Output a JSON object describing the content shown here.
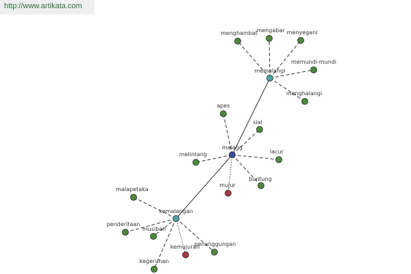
{
  "header": {
    "url": "http://www.artikata.com"
  },
  "colors": {
    "leaf": "#4c8a3c",
    "hub": "#4fa0a8",
    "center": "#3a4fa0",
    "related": "#a33a45",
    "edge": "#333333"
  },
  "graph": {
    "nodes": [
      {
        "id": "malang",
        "label": "malang",
        "kind": "center"
      },
      {
        "id": "memalangi",
        "label": "memalangi",
        "kind": "hub"
      },
      {
        "id": "kemalangan",
        "label": "kemalangan",
        "kind": "hub"
      },
      {
        "id": "menghambat",
        "label": "menghambat",
        "kind": "leaf"
      },
      {
        "id": "mengabar",
        "label": "mengabar",
        "kind": "leaf"
      },
      {
        "id": "menyegani",
        "label": "menyegani",
        "kind": "leaf"
      },
      {
        "id": "memundi-mundi",
        "label": "memundi-mundi",
        "kind": "leaf"
      },
      {
        "id": "menghalangi",
        "label": "menghalangi",
        "kind": "leaf"
      },
      {
        "id": "apes",
        "label": "apes",
        "kind": "leaf"
      },
      {
        "id": "sial",
        "label": "sial",
        "kind": "leaf"
      },
      {
        "id": "melintang",
        "label": "melintang",
        "kind": "leaf"
      },
      {
        "id": "lacur",
        "label": "lacur",
        "kind": "leaf"
      },
      {
        "id": "buntung",
        "label": "buntung",
        "kind": "leaf"
      },
      {
        "id": "mujur",
        "label": "mujur",
        "kind": "related"
      },
      {
        "id": "malapetaka",
        "label": "malapetaka",
        "kind": "leaf"
      },
      {
        "id": "penderitaan",
        "label": "penderitaan",
        "kind": "leaf"
      },
      {
        "id": "musibah",
        "label": "musibah",
        "kind": "leaf"
      },
      {
        "id": "kemujuran",
        "label": "kemujuran",
        "kind": "related"
      },
      {
        "id": "penanggungan",
        "label": "penanggungan",
        "kind": "leaf"
      },
      {
        "id": "kegeruhan",
        "label": "kegeruhan",
        "kind": "leaf"
      }
    ],
    "edges": [
      {
        "from": "malang",
        "to": "memalangi",
        "style": "solid"
      },
      {
        "from": "malang",
        "to": "kemalangan",
        "style": "solid"
      },
      {
        "from": "memalangi",
        "to": "menghambat",
        "style": "dashed"
      },
      {
        "from": "memalangi",
        "to": "mengabar",
        "style": "dashed"
      },
      {
        "from": "memalangi",
        "to": "menyegani",
        "style": "dashed"
      },
      {
        "from": "memalangi",
        "to": "memundi-mundi",
        "style": "dashed"
      },
      {
        "from": "memalangi",
        "to": "menghalangi",
        "style": "dashed"
      },
      {
        "from": "malang",
        "to": "apes",
        "style": "dashed"
      },
      {
        "from": "malang",
        "to": "sial",
        "style": "dashed"
      },
      {
        "from": "malang",
        "to": "melintang",
        "style": "dashed"
      },
      {
        "from": "malang",
        "to": "lacur",
        "style": "dashed"
      },
      {
        "from": "malang",
        "to": "buntung",
        "style": "dashed"
      },
      {
        "from": "malang",
        "to": "mujur",
        "style": "dotted"
      },
      {
        "from": "kemalangan",
        "to": "malapetaka",
        "style": "dashed"
      },
      {
        "from": "kemalangan",
        "to": "penderitaan",
        "style": "dashed"
      },
      {
        "from": "kemalangan",
        "to": "musibah",
        "style": "dashed"
      },
      {
        "from": "kemalangan",
        "to": "kemujuran",
        "style": "dotted"
      },
      {
        "from": "kemalangan",
        "to": "penanggungan",
        "style": "dashed"
      },
      {
        "from": "kemalangan",
        "to": "kegeruhan",
        "style": "dashed"
      }
    ]
  }
}
